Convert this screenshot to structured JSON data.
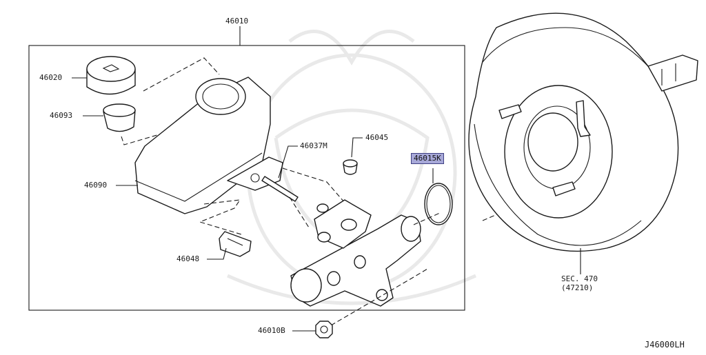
{
  "diagram": {
    "assembly_label": "46010",
    "part_labels": {
      "cap": "46020",
      "strainer": "46093",
      "reservoir": "46090",
      "pin": "46037M",
      "grommet": "46045",
      "connector": "46048",
      "nut": "46010B",
      "seal": "46015K"
    },
    "highlighted_part": "46015K",
    "section_ref": "SEC. 470",
    "section_sub": "(47210)",
    "diagram_code": "J46000LH",
    "colors": {
      "highlight_fill": "#a7a8d8",
      "highlight_border": "#3e3f82",
      "line": "#1a1a1a"
    }
  }
}
